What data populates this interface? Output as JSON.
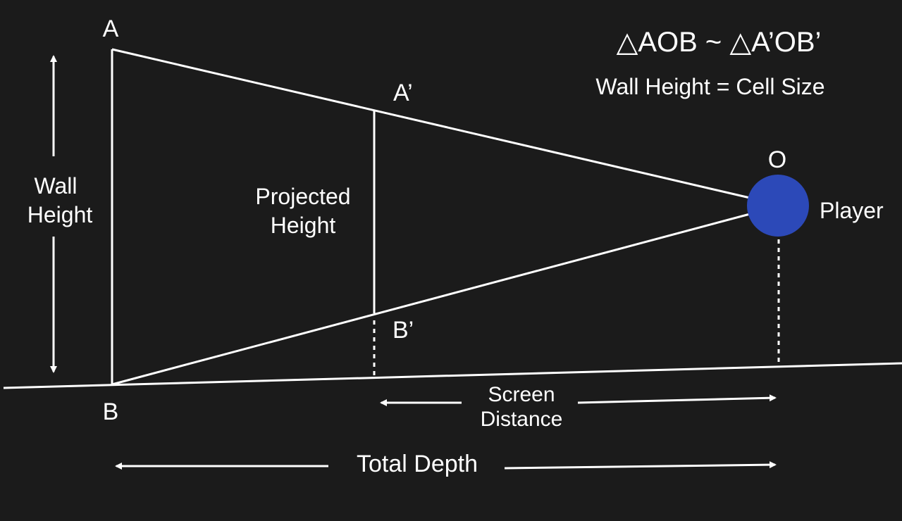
{
  "title": "△AOB ~ △A’OB’",
  "subtitle": "Wall Height = Cell Size",
  "points": {
    "A": "A",
    "B": "B",
    "A_prime": "A’",
    "B_prime": "B’",
    "O": "O"
  },
  "player_label": "Player",
  "wall_height": {
    "line1": "Wall",
    "line2": "Height"
  },
  "projected_height": {
    "line1": "Projected",
    "line2": "Height"
  },
  "screen_distance": {
    "line1": "Screen",
    "line2": "Distance"
  },
  "total_depth": "Total Depth",
  "colors": {
    "background": "#1b1b1b",
    "player": "#2c49b8",
    "lines": "#ffffff"
  }
}
